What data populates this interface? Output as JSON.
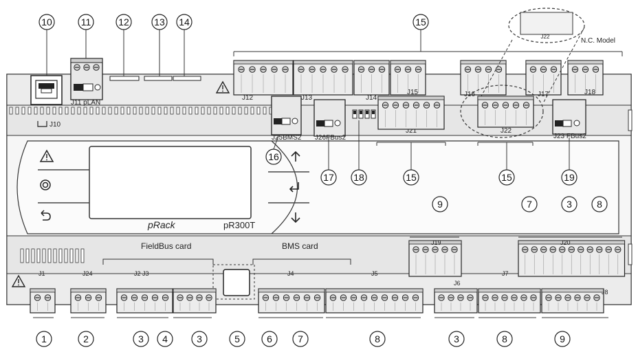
{
  "callouts": {
    "c1": "1",
    "c2": "2",
    "c3": "3",
    "c4": "4",
    "c5": "5",
    "c6": "6",
    "c7": "7",
    "c8": "8",
    "c9": "9",
    "c10": "10",
    "c11": "11",
    "c12": "12",
    "c13": "13",
    "c14": "14",
    "c15": "15",
    "c16": "16",
    "c17": "17",
    "c18": "18",
    "c19": "19"
  },
  "labels": {
    "j10": "J10",
    "j11": "J11 pLAN",
    "j12": "J12",
    "j13": "J13",
    "j14": "J14",
    "j15": "J15",
    "j16": "J16",
    "j17": "J17",
    "j18": "J18",
    "j21": "J21",
    "j22": "J22",
    "j22_top": "J22",
    "j25": "J25BMS2",
    "j26": "J26FBus2",
    "j23": "J23 FBus2",
    "nc_model": "N.C. Model",
    "brand": "pRack",
    "model": "pR300T",
    "fieldbus_card": "FieldBus card",
    "bms_card": "BMS card",
    "j1": "J1",
    "j24": "J24",
    "j2j3": "J2 J3",
    "j4": "J4",
    "j5": "J5",
    "j6": "J6",
    "j7": "J7",
    "j8": "J8",
    "j19": "J19",
    "j20": "J20"
  },
  "icons": [
    "warning-icon",
    "alarm-icon",
    "prg-icon",
    "esc-icon",
    "up-arrow-icon",
    "enter-icon",
    "down-arrow-icon"
  ]
}
